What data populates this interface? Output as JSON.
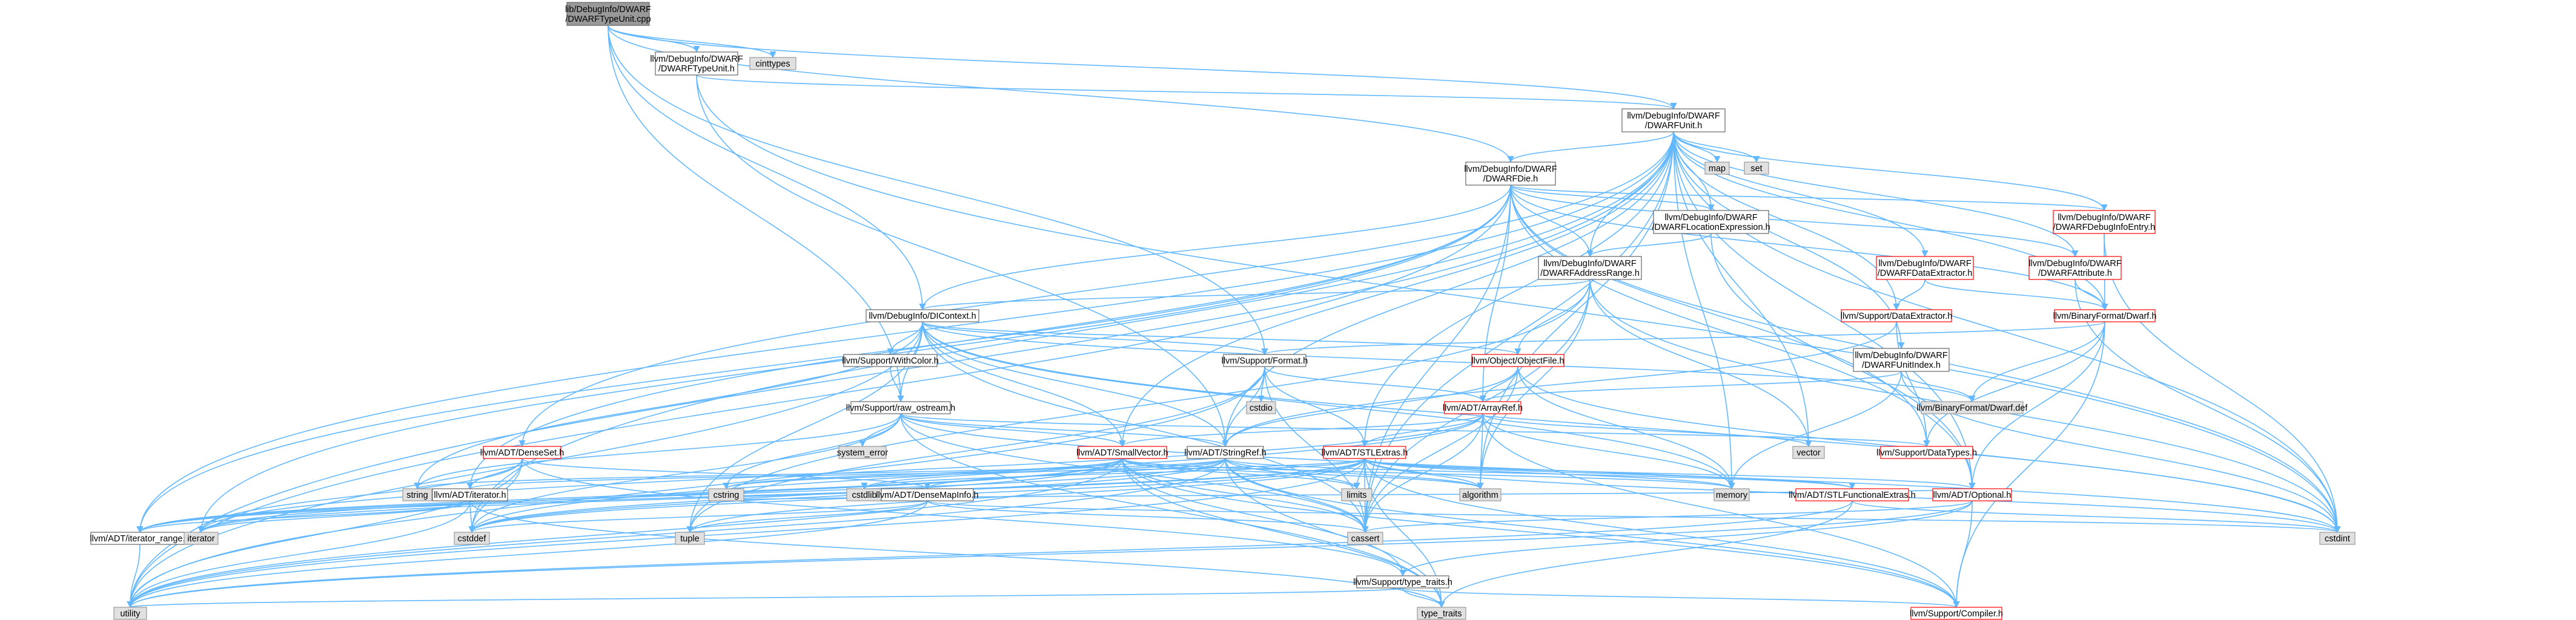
{
  "colors": {
    "edge": "#63B8FF",
    "root_fill": "#999999",
    "root_stroke": "#666666",
    "normal_fill": "#FFFFFF",
    "normal_stroke": "#666666",
    "red_stroke": "#FF0000",
    "system_fill": "#E0E0E0",
    "system_stroke": "#999999"
  },
  "nodes": [
    {
      "id": "root",
      "style": "root",
      "lines": [
        "lib/DebugInfo/DWARF",
        "/DWARFTypeUnit.cpp"
      ]
    },
    {
      "id": "typeunit",
      "style": "normal",
      "lines": [
        "llvm/DebugInfo/DWARF",
        "/DWARFTypeUnit.h"
      ]
    },
    {
      "id": "cinttypes",
      "style": "system",
      "lines": [
        "cinttypes"
      ]
    },
    {
      "id": "dwarfunit",
      "style": "normal",
      "lines": [
        "llvm/DebugInfo/DWARF",
        "/DWARFUnit.h"
      ]
    },
    {
      "id": "map",
      "style": "system",
      "lines": [
        "map"
      ]
    },
    {
      "id": "set",
      "style": "system",
      "lines": [
        "set"
      ]
    },
    {
      "id": "dwarfdie",
      "style": "normal",
      "lines": [
        "llvm/DebugInfo/DWARF",
        "/DWARFDie.h"
      ]
    },
    {
      "id": "debuginfoentry",
      "style": "red",
      "lines": [
        "llvm/DebugInfo/DWARF",
        "/DWARFDebugInfoEntry.h"
      ]
    },
    {
      "id": "locexpr",
      "style": "normal",
      "lines": [
        "llvm/DebugInfo/DWARF",
        "/DWARFLocationExpression.h"
      ]
    },
    {
      "id": "dataextractor_dw",
      "style": "red",
      "lines": [
        "llvm/DebugInfo/DWARF",
        "/DWARFDataExtractor.h"
      ]
    },
    {
      "id": "attribute",
      "style": "red",
      "lines": [
        "llvm/DebugInfo/DWARF",
        "/DWARFAttribute.h"
      ]
    },
    {
      "id": "addrrange",
      "style": "normal",
      "lines": [
        "llvm/DebugInfo/DWARF",
        "/DWARFAddressRange.h"
      ]
    },
    {
      "id": "dicontext",
      "style": "normal",
      "lines": [
        "llvm/DebugInfo/DIContext.h"
      ]
    },
    {
      "id": "supportdataextractor",
      "style": "red",
      "lines": [
        "llvm/Support/DataExtractor.h"
      ]
    },
    {
      "id": "dwarfh",
      "style": "red",
      "lines": [
        "llvm/BinaryFormat/Dwarf.h"
      ]
    },
    {
      "id": "objectfile",
      "style": "red",
      "lines": [
        "llvm/Object/ObjectFile.h"
      ]
    },
    {
      "id": "withcolor",
      "style": "normal",
      "lines": [
        "llvm/Support/WithColor.h"
      ]
    },
    {
      "id": "format",
      "style": "normal",
      "lines": [
        "llvm/Support/Format.h"
      ]
    },
    {
      "id": "unitindex",
      "style": "normal",
      "lines": [
        "llvm/DebugInfo/DWARF",
        "/DWARFUnitIndex.h"
      ]
    },
    {
      "id": "arrayref",
      "style": "red",
      "lines": [
        "llvm/ADT/ArrayRef.h"
      ]
    },
    {
      "id": "cstdio",
      "style": "system",
      "lines": [
        "cstdio"
      ]
    },
    {
      "id": "dwarfdef",
      "style": "system",
      "lines": [
        "llvm/BinaryFormat/Dwarf.def"
      ]
    },
    {
      "id": "rawostream",
      "style": "normal",
      "lines": [
        "llvm/Support/raw_ostream.h"
      ]
    },
    {
      "id": "vector",
      "style": "system",
      "lines": [
        "vector"
      ]
    },
    {
      "id": "datatypes",
      "style": "red",
      "lines": [
        "llvm/Support/DataTypes.h"
      ]
    },
    {
      "id": "densetset",
      "style": "red",
      "lines": [
        "llvm/ADT/DenseSet.h"
      ]
    },
    {
      "id": "systemerror",
      "style": "system",
      "lines": [
        "system_error"
      ]
    },
    {
      "id": "smallvector",
      "style": "red",
      "lines": [
        "llvm/ADT/SmallVector.h"
      ]
    },
    {
      "id": "stringref",
      "style": "normal",
      "lines": [
        "llvm/ADT/StringRef.h"
      ]
    },
    {
      "id": "stlextras",
      "style": "red",
      "lines": [
        "llvm/ADT/STLExtras.h"
      ]
    },
    {
      "id": "string",
      "style": "system",
      "lines": [
        "string"
      ]
    },
    {
      "id": "adtiterator",
      "style": "normal",
      "lines": [
        "llvm/ADT/iterator.h"
      ]
    },
    {
      "id": "cstring",
      "style": "system",
      "lines": [
        "cstring"
      ]
    },
    {
      "id": "cstdlib",
      "style": "system",
      "lines": [
        "cstdlib"
      ]
    },
    {
      "id": "densemapinfo",
      "style": "normal",
      "lines": [
        "llvm/ADT/DenseMapInfo.h"
      ]
    },
    {
      "id": "limits",
      "style": "system",
      "lines": [
        "limits"
      ]
    },
    {
      "id": "algorithm",
      "style": "system",
      "lines": [
        "algorithm"
      ]
    },
    {
      "id": "memory",
      "style": "system",
      "lines": [
        "memory"
      ]
    },
    {
      "id": "stlfunctional",
      "style": "red",
      "lines": [
        "llvm/ADT/STLFunctionalExtras.h"
      ]
    },
    {
      "id": "optional",
      "style": "red",
      "lines": [
        "llvm/ADT/Optional.h"
      ]
    },
    {
      "id": "cstdint",
      "style": "system",
      "lines": [
        "cstdint"
      ]
    },
    {
      "id": "iteratorrange",
      "style": "normal",
      "lines": [
        "llvm/ADT/iterator_range.h"
      ]
    },
    {
      "id": "iterator",
      "style": "system",
      "lines": [
        "iterator"
      ]
    },
    {
      "id": "cstddef",
      "style": "system",
      "lines": [
        "cstddef"
      ]
    },
    {
      "id": "tuple",
      "style": "system",
      "lines": [
        "tuple"
      ]
    },
    {
      "id": "cassert",
      "style": "system",
      "lines": [
        "cassert"
      ]
    },
    {
      "id": "typetraits_h",
      "style": "normal",
      "lines": [
        "llvm/Support/type_traits.h"
      ]
    },
    {
      "id": "utility",
      "style": "system",
      "lines": [
        "utility"
      ]
    },
    {
      "id": "type_traits",
      "style": "system",
      "lines": [
        "type_traits"
      ]
    },
    {
      "id": "compiler",
      "style": "red",
      "lines": [
        "llvm/Support/Compiler.h"
      ]
    }
  ],
  "edges": [
    [
      "root",
      "typeunit"
    ],
    [
      "root",
      "cinttypes"
    ],
    [
      "root",
      "dwarfunit"
    ],
    [
      "root",
      "dwarfdie"
    ],
    [
      "root",
      "dicontext"
    ],
    [
      "root",
      "format"
    ],
    [
      "root",
      "rawostream"
    ],
    [
      "typeunit",
      "dwarfunit"
    ],
    [
      "typeunit",
      "stringref"
    ],
    [
      "typeunit",
      "cstdint"
    ],
    [
      "dwarfunit",
      "map"
    ],
    [
      "dwarfunit",
      "set"
    ],
    [
      "dwarfunit",
      "dwarfdie"
    ],
    [
      "dwarfunit",
      "debuginfoentry"
    ],
    [
      "dwarfunit",
      "locexpr"
    ],
    [
      "dwarfunit",
      "dataextractor_dw"
    ],
    [
      "dwarfunit",
      "attribute"
    ],
    [
      "dwarfunit",
      "addrrange"
    ],
    [
      "dwarfunit",
      "dwarfh"
    ],
    [
      "dwarfunit",
      "unitindex"
    ],
    [
      "dwarfunit",
      "supportdataextractor"
    ],
    [
      "dwarfunit",
      "densetset"
    ],
    [
      "dwarfunit",
      "smallvector"
    ],
    [
      "dwarfunit",
      "stringref"
    ],
    [
      "dwarfunit",
      "stlextras"
    ],
    [
      "dwarfunit",
      "optional"
    ],
    [
      "dwarfunit",
      "iteratorrange"
    ],
    [
      "dwarfunit",
      "vector"
    ],
    [
      "dwarfunit",
      "memory"
    ],
    [
      "dwarfunit",
      "algorithm"
    ],
    [
      "dwarfunit",
      "cstdint"
    ],
    [
      "dwarfunit",
      "cassert"
    ],
    [
      "dwarfunit",
      "cstddef"
    ],
    [
      "dwarfunit",
      "utility"
    ],
    [
      "dwarfdie",
      "debuginfoentry"
    ],
    [
      "dwarfdie",
      "locexpr"
    ],
    [
      "dwarfdie",
      "attribute"
    ],
    [
      "dwarfdie",
      "addrrange"
    ],
    [
      "dwarfdie",
      "dwarfh"
    ],
    [
      "dwarfdie",
      "dicontext"
    ],
    [
      "dwarfdie",
      "arrayref"
    ],
    [
      "dwarfdie",
      "adtiterator"
    ],
    [
      "dwarfdie",
      "iteratorrange"
    ],
    [
      "dwarfdie",
      "optional"
    ],
    [
      "dwarfdie",
      "datatypes"
    ],
    [
      "dwarfdie",
      "cassert"
    ],
    [
      "dwarfdie",
      "cstdint"
    ],
    [
      "dwarfdie",
      "iterator"
    ],
    [
      "dwarfdie",
      "utility"
    ],
    [
      "debuginfoentry",
      "dwarfh"
    ],
    [
      "debuginfoentry",
      "cstdint"
    ],
    [
      "locexpr",
      "addrrange"
    ],
    [
      "locexpr",
      "optional"
    ],
    [
      "dataextractor_dw",
      "supportdataextractor"
    ],
    [
      "dataextractor_dw",
      "dwarfh"
    ],
    [
      "attribute",
      "dwarfh"
    ],
    [
      "attribute",
      "cstdint"
    ],
    [
      "addrrange",
      "dicontext"
    ],
    [
      "addrrange",
      "objectfile"
    ],
    [
      "addrrange",
      "algorithm"
    ],
    [
      "addrrange",
      "vector"
    ],
    [
      "addrrange",
      "tuple"
    ],
    [
      "addrrange",
      "cassert"
    ],
    [
      "addrrange",
      "cstdint"
    ],
    [
      "dicontext",
      "withcolor"
    ],
    [
      "dicontext",
      "rawostream"
    ],
    [
      "dicontext",
      "objectfile"
    ],
    [
      "dicontext",
      "smallvector"
    ],
    [
      "dicontext",
      "stringref"
    ],
    [
      "dicontext",
      "format"
    ],
    [
      "dicontext",
      "memory"
    ],
    [
      "dicontext",
      "string"
    ],
    [
      "dicontext",
      "tuple"
    ],
    [
      "dicontext",
      "utility"
    ],
    [
      "dicontext",
      "cassert"
    ],
    [
      "dicontext",
      "cstdint"
    ],
    [
      "dicontext",
      "dwarfdef"
    ],
    [
      "supportdataextractor",
      "stringref"
    ],
    [
      "supportdataextractor",
      "datatypes"
    ],
    [
      "dwarfh",
      "dwarfdef"
    ],
    [
      "dwarfh",
      "format"
    ],
    [
      "dwarfh",
      "datatypes"
    ],
    [
      "dwarfh",
      "compiler"
    ],
    [
      "dwarfh",
      "optional"
    ],
    [
      "objectfile",
      "arrayref"
    ],
    [
      "objectfile",
      "stringref"
    ],
    [
      "objectfile",
      "memory"
    ],
    [
      "objectfile",
      "cassert"
    ],
    [
      "objectfile",
      "cstdint"
    ],
    [
      "objectfile",
      "system_error_dummy"
    ],
    [
      "withcolor",
      "rawostream"
    ],
    [
      "format",
      "arrayref"
    ],
    [
      "format",
      "stringref"
    ],
    [
      "format",
      "cstdio"
    ],
    [
      "format",
      "cassert"
    ],
    [
      "format",
      "tuple"
    ],
    [
      "format",
      "utility"
    ],
    [
      "format",
      "stlextras"
    ],
    [
      "unitindex",
      "arrayref"
    ],
    [
      "unitindex",
      "dwarfdef"
    ],
    [
      "unitindex",
      "memory"
    ],
    [
      "unitindex",
      "cstdint"
    ],
    [
      "arrayref",
      "smallvector"
    ],
    [
      "arrayref",
      "stlextras"
    ],
    [
      "arrayref",
      "compiler"
    ],
    [
      "arrayref",
      "algorithm"
    ],
    [
      "arrayref",
      "vector"
    ],
    [
      "arrayref",
      "memory"
    ],
    [
      "arrayref",
      "cassert"
    ],
    [
      "arrayref",
      "cstddef"
    ],
    [
      "arrayref",
      "iterator"
    ],
    [
      "rawostream",
      "smallvector"
    ],
    [
      "rawostream",
      "stringref"
    ],
    [
      "rawostream",
      "datatypes"
    ],
    [
      "rawostream",
      "systemerror"
    ],
    [
      "rawostream",
      "string"
    ],
    [
      "rawostream",
      "cassert"
    ],
    [
      "rawostream",
      "cstddef"
    ],
    [
      "rawostream",
      "cstdint"
    ],
    [
      "rawostream",
      "cstring"
    ],
    [
      "rawostream",
      "type_traits"
    ],
    [
      "densetset",
      "densemapinfo"
    ],
    [
      "densetset",
      "adtiterator"
    ],
    [
      "densetset",
      "iterator"
    ],
    [
      "densetset",
      "cstddef"
    ],
    [
      "densetset",
      "utility"
    ],
    [
      "densetset",
      "typetraits_h"
    ],
    [
      "smallvector",
      "compiler"
    ],
    [
      "smallvector",
      "typetraits_h"
    ],
    [
      "smallvector",
      "algorithm"
    ],
    [
      "smallvector",
      "cassert"
    ],
    [
      "smallvector",
      "cstddef"
    ],
    [
      "smallvector",
      "cstdlib"
    ],
    [
      "smallvector",
      "cstring"
    ],
    [
      "smallvector",
      "iterator"
    ],
    [
      "smallvector",
      "limits"
    ],
    [
      "smallvector",
      "memory"
    ],
    [
      "smallvector",
      "type_traits"
    ],
    [
      "smallvector",
      "utility"
    ],
    [
      "smallvector",
      "iteratorrange"
    ],
    [
      "stringref",
      "densemapinfo"
    ],
    [
      "stringref",
      "stlfunctional"
    ],
    [
      "stringref",
      "iteratorrange"
    ],
    [
      "stringref",
      "compiler"
    ],
    [
      "stringref",
      "algorithm"
    ],
    [
      "stringref",
      "cassert"
    ],
    [
      "stringref",
      "cstddef"
    ],
    [
      "stringref",
      "cstring"
    ],
    [
      "stringref",
      "limits"
    ],
    [
      "stringref",
      "string"
    ],
    [
      "stringref",
      "type_traits"
    ],
    [
      "stringref",
      "utility"
    ],
    [
      "stlextras",
      "stlfunctional"
    ],
    [
      "stlextras",
      "adtiterator"
    ],
    [
      "stlextras",
      "iteratorrange"
    ],
    [
      "stlextras",
      "optional"
    ],
    [
      "stlextras",
      "compiler"
    ],
    [
      "stlextras",
      "algorithm"
    ],
    [
      "stlextras",
      "cassert"
    ],
    [
      "stlextras",
      "cstddef"
    ],
    [
      "stlextras",
      "cstdint"
    ],
    [
      "stlextras",
      "cstdlib"
    ],
    [
      "stlextras",
      "iterator"
    ],
    [
      "stlextras",
      "limits"
    ],
    [
      "stlextras",
      "memory"
    ],
    [
      "stlextras",
      "tuple"
    ],
    [
      "stlextras",
      "type_traits"
    ],
    [
      "stlextras",
      "utility"
    ],
    [
      "adtiterator",
      "iteratorrange"
    ],
    [
      "adtiterator",
      "iterator"
    ],
    [
      "adtiterator",
      "cstddef"
    ],
    [
      "adtiterator",
      "type_traits"
    ],
    [
      "adtiterator",
      "utility"
    ],
    [
      "densemapinfo",
      "cassert"
    ],
    [
      "densemapinfo",
      "cstddef"
    ],
    [
      "densemapinfo",
      "cstdint"
    ],
    [
      "densemapinfo",
      "tuple"
    ],
    [
      "densemapinfo",
      "utility"
    ],
    [
      "stlfunctional",
      "cstdint"
    ],
    [
      "stlfunctional",
      "type_traits"
    ],
    [
      "stlfunctional",
      "utility"
    ],
    [
      "optional",
      "compiler"
    ],
    [
      "optional",
      "typetraits_h"
    ],
    [
      "optional",
      "cassert"
    ],
    [
      "optional",
      "cstring"
    ],
    [
      "optional",
      "new_dummy"
    ],
    [
      "optional",
      "utility"
    ],
    [
      "iteratorrange",
      "utility"
    ],
    [
      "typetraits_h",
      "compiler"
    ],
    [
      "typetraits_h",
      "type_traits"
    ],
    [
      "typetraits_h",
      "utility"
    ]
  ]
}
